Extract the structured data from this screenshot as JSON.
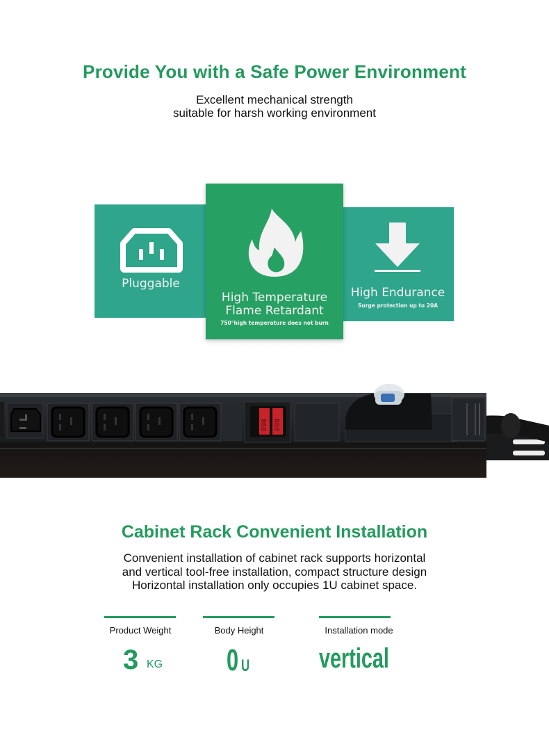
{
  "section1": {
    "title": "Provide You with a Safe Power Environment",
    "subtitle_line1": "Excellent mechanical strength",
    "subtitle_line2": "suitable for harsh working environment"
  },
  "features": [
    {
      "icon": "power-socket-icon",
      "label": "Pluggable",
      "color": "#2fa58c"
    },
    {
      "icon": "flame-icon",
      "label_line1": "High Temperature",
      "label_line2": "Flame Retardant",
      "note": "750°high temperature does not burn",
      "color": "#27a063"
    },
    {
      "icon": "download-arrow-icon",
      "label": "High Endurance",
      "note": "Surge protection up to 20A",
      "color": "#2fa58c"
    }
  ],
  "product_image": {
    "alt": "Black rack PDU with C19 outlets, digital ammeter display and circuit breaker",
    "outlets": 6,
    "display_digits": "8.8.8"
  },
  "section2": {
    "title": "Cabinet Rack Convenient Installation",
    "line1": "Convenient installation of cabinet rack supports horizontal",
    "line2": "and vertical tool-free installation, compact structure design",
    "line3": "Horizontal installation only occupies 1U cabinet space."
  },
  "specs": [
    {
      "caption": "Product Weight",
      "value": "3",
      "unit": "KG"
    },
    {
      "caption": "Body Height",
      "value": "0",
      "unit": "U"
    },
    {
      "caption": "Installation mode",
      "value": "vertical"
    }
  ],
  "colors": {
    "accent_green": "#249a5e",
    "teal_card": "#2fa58c",
    "green_card": "#27a063"
  }
}
